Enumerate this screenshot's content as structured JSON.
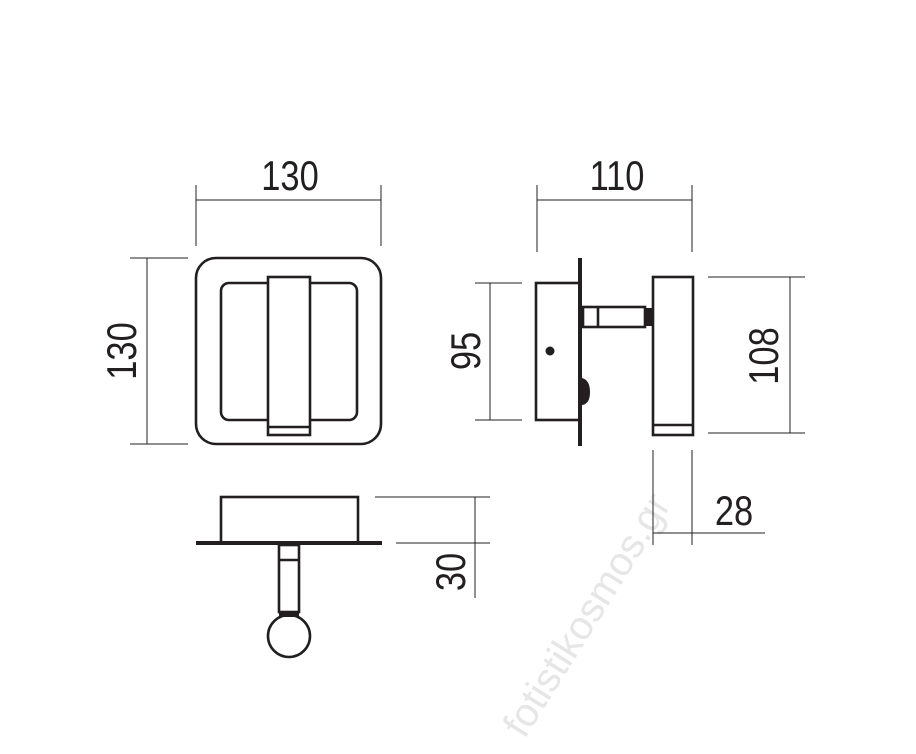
{
  "watermark": "fotistikosmos.gr",
  "dimensions": {
    "front_width": "130",
    "front_height": "130",
    "side_width": "110",
    "wallbox_height": "95",
    "head_height": "108",
    "head_depth": "28",
    "base_depth": "30"
  },
  "colors": {
    "line": "#231f20",
    "watermark": "#e6e6e6"
  }
}
